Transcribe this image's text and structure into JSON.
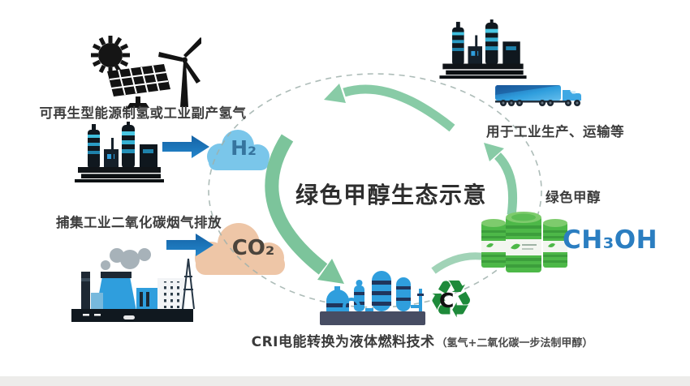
{
  "title": "绿色甲醇生态示意",
  "colors": {
    "h2_cloud": "#7AC6EA",
    "h2_text": "#36749E",
    "co2_cloud": "#EEC6A7",
    "co2_text": "#4B443C",
    "cycle_green": "#7CC49B",
    "arrow_blue": "#1B75BC",
    "formula_blue": "#2B7EC1",
    "recycle_green": "#1E8A3A",
    "plant_blue": "#2F9EDD",
    "title_dark": "#2E2E2E"
  },
  "icons": {
    "recycle_glyph": "♻"
  },
  "nodes": {
    "renewable": {
      "label": "可再生型能源制氢或工业副产氢气"
    },
    "hydrogen": {
      "label": "H₂"
    },
    "capture": {
      "label": "捕集工业二氧化碳烟气排放"
    },
    "carbon_dioxide": {
      "label": "CO₂"
    },
    "usage": {
      "label": "用于工业生产、运输等"
    },
    "methanol": {
      "label": "绿色甲醇",
      "formula": "CH₃OH"
    },
    "process": {
      "label": "CRI电能转换为液体燃料技术",
      "note": "（氢气+二氧化碳一步法制甲醇）"
    },
    "recycle": {
      "label": "C"
    }
  }
}
